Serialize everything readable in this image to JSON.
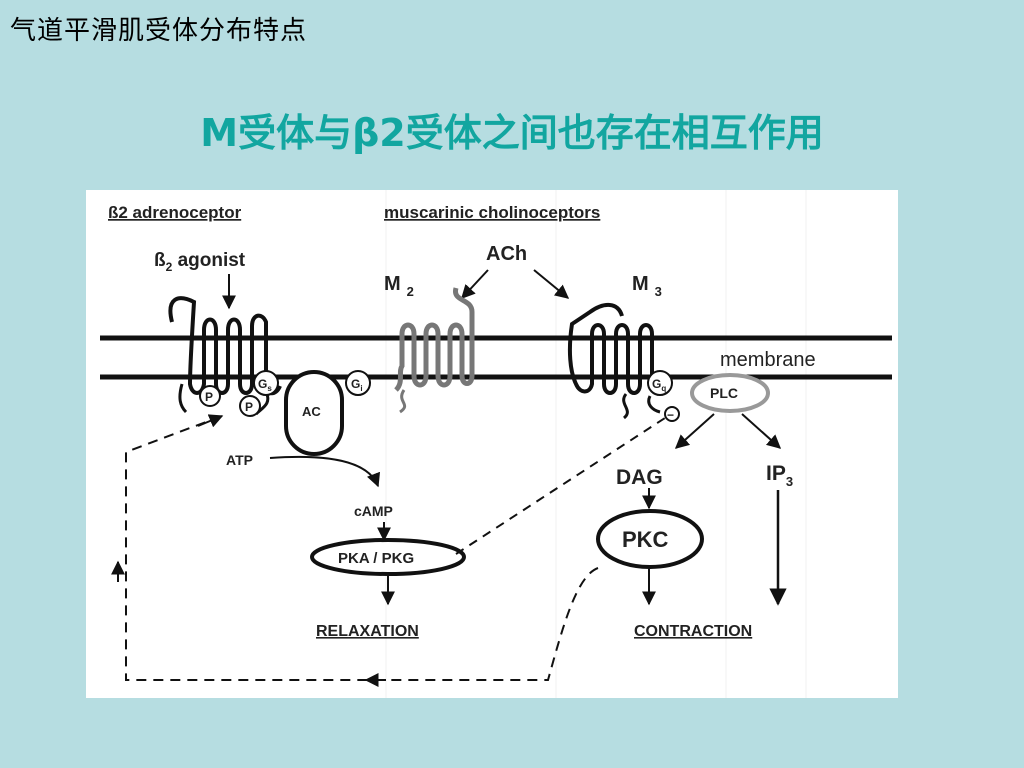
{
  "slide": {
    "corner_title": "气道平滑肌受体分布特点",
    "heading": "M受体与β2受体之间也存在相互作用"
  },
  "diagram": {
    "beta_section_label": "ß2 adrenoceptor",
    "muscarinic_section_label": "muscarinic cholinoceptors",
    "beta_agonist_label": "ß",
    "beta_agonist_sub": "2",
    "beta_agonist_suffix": " agonist",
    "ach_label": "ACh",
    "m2_label": "M",
    "m2_sub": "2",
    "m3_label": "M",
    "m3_sub": "3",
    "membrane_label": "membrane",
    "gs_label": "G",
    "gs_sub": "s",
    "gi_label": "G",
    "gi_sub": "i",
    "gq_label": "G",
    "gq_sub": "q",
    "p_label_1": "P",
    "p_label_2": "P",
    "ac_label": "AC",
    "plc_label": "PLC",
    "minus_label": "−",
    "atp_label": "ATP",
    "camp_label": "cAMP",
    "pka_label": "PKA / PKG",
    "relaxation_label": "RELAXATION",
    "dag_label": "DAG",
    "ip3_label": "IP",
    "ip3_sub": "3",
    "pkc_label": "PKC",
    "contraction_label": "CONTRACTION"
  }
}
